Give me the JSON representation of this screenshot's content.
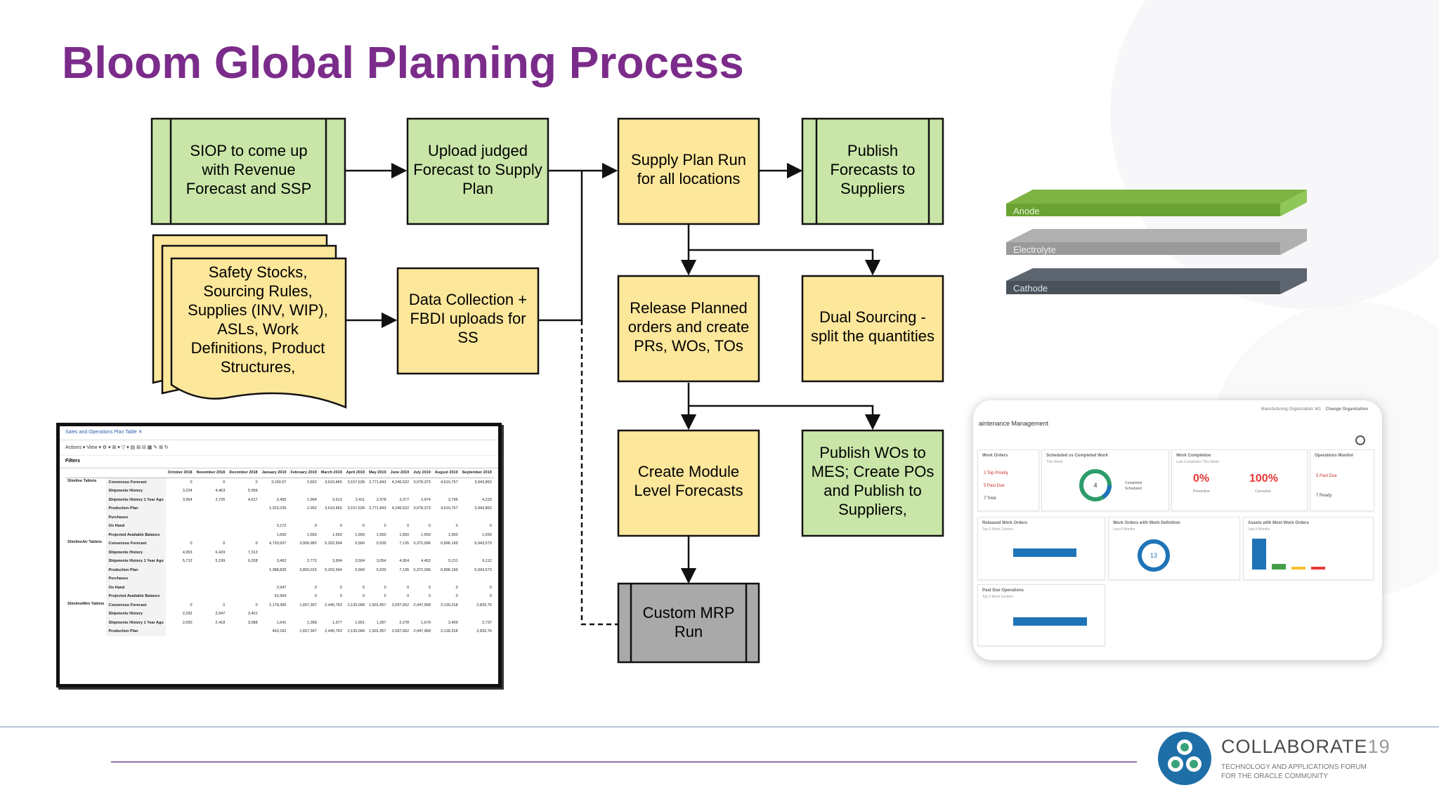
{
  "title": "Bloom Global Planning Process",
  "colors": {
    "title": "#7b2c8a",
    "green_fill": "#c9e6a8",
    "yellow_fill": "#fde79b",
    "gray_fill": "#a9a9a9",
    "anode": "#7cb342",
    "electrolyte": "#9e9e9e",
    "cathode": "#4e5560",
    "dash_blue": "#1f74b8"
  },
  "flow": {
    "siop": [
      "SIOP to come up",
      "with Revenue",
      "Forecast and SSP"
    ],
    "upload": [
      "Upload judged",
      "Forecast to Supply",
      "Plan"
    ],
    "supply_run": [
      "Supply Plan Run",
      "for all locations"
    ],
    "publish_forecasts": [
      "Publish",
      "Forecasts to",
      "Suppliers"
    ],
    "safety_stocks": [
      "Safety Stocks,",
      "Sourcing Rules,",
      "Supplies (INV, WIP),",
      "ASLs, Work",
      "Definitions, Product",
      "Structures,"
    ],
    "data_collection": [
      "Data Collection +",
      "FBDI uploads for",
      "SS"
    ],
    "release_planned": [
      "Release Planned",
      "orders and create",
      "PRs, WOs, TOs"
    ],
    "dual_sourcing": [
      "Dual Sourcing -",
      "split the quantities"
    ],
    "create_module": [
      "Create Module",
      "Level Forecasts"
    ],
    "publish_wos": [
      "Publish WOs to",
      "MES; Create POs",
      "and Publish to",
      "Suppliers,"
    ],
    "custom_mrp": [
      "Custom MRP",
      "Run"
    ]
  },
  "layers": {
    "anode": "Anode",
    "electrolyte": "Electrolyte",
    "cathode": "Cathode"
  },
  "table_shot": {
    "tab": "Sales and Operations Plan Table",
    "actions": "Actions ▾   View ▾   ⚙ ▾   ⊞ ▾   ▽ ▾      ▤  ⊞  ⊟  ▦  ✎  ⊞  ↻",
    "filters": "Filters",
    "columns": [
      "October 2018",
      "November 2018",
      "December 2018",
      "January 2019",
      "February 2019",
      "March 2019",
      "April 2019",
      "May 2019",
      "June 2019",
      "July 2019",
      "August 2019",
      "September 2019"
    ],
    "groups": [
      {
        "name": "Slimline Tablets",
        "rows": [
          {
            "label": "Consensus Forecast",
            "vals": [
              "0",
              "0",
              "0",
              "3,150.07",
              "2,652",
              "3,610,465",
              "3,157,639",
              "2,771,843",
              "4,246,522",
              "3,978,373",
              "4,610,757",
              "3,943,852"
            ]
          },
          {
            "label": "Shipments History",
            "vals": [
              "3,224",
              "4,463",
              "5,099",
              "",
              "",
              "",
              "",
              "",
              "",
              "",
              "",
              ""
            ]
          },
          {
            "label": "Shipments History 1 Year Ago",
            "vals": [
              "3,954",
              "3,726",
              "4,617",
              "2,455",
              "1,964",
              "2,613",
              "2,411",
              "2,978",
              "3,377",
              "2,974",
              "3,796",
              "4,225"
            ]
          },
          {
            "label": "Production Plan",
            "vals": [
              "",
              "",
              "",
              "1,323,225",
              "2,952",
              "3,610,465",
              "3,157,639",
              "2,771,843",
              "4,246,522",
              "3,978,373",
              "4,610,757",
              "3,943,852"
            ]
          },
          {
            "label": "Purchases",
            "vals": [
              "",
              "",
              "",
              "",
              "",
              "",
              "",
              "",
              "",
              "",
              "",
              ""
            ]
          },
          {
            "label": "On Hand",
            "vals": [
              "",
              "",
              "",
              "3,172",
              "0",
              "0",
              "0",
              "0",
              "0",
              "0",
              "0",
              "0"
            ]
          },
          {
            "label": "Projected Available Balance",
            "vals": [
              "",
              "",
              "",
              "1,650",
              "1,650",
              "1,650",
              "1,650",
              "1,650",
              "1,650",
              "1,650",
              "1,650",
              "1,650"
            ]
          }
        ]
      },
      {
        "name": "SlimlineAir Tablets",
        "rows": [
          {
            "label": "Consensus Forecast",
            "vals": [
              "0",
              "0",
              "0",
              "4,720,937",
              "3,909,982",
              "5,202,904",
              "5,560",
              "5,539",
              "7,135",
              "5,372,096",
              "6,896,199",
              "5,943,573"
            ]
          },
          {
            "label": "Shipments History",
            "vals": [
              "4,953",
              "6,429",
              "7,313",
              "",
              "",
              "",
              "",
              "",
              "",
              "",
              "",
              ""
            ]
          },
          {
            "label": "Shipments History 1 Year Ago",
            "vals": [
              "5,712",
              "5,199",
              "6,028",
              "3,462",
              "2,772",
              "3,904",
              "3,504",
              "3,054",
              "4,954",
              "4,452",
              "5,211",
              "6,112"
            ]
          },
          {
            "label": "Production Plan",
            "vals": [
              "",
              "",
              "",
              "1,388,835",
              "3,859,015",
              "5,202,904",
              "5,560",
              "5,539",
              "7,135",
              "5,372,096",
              "6,896,199",
              "5,943,573"
            ]
          },
          {
            "label": "Purchases",
            "vals": [
              "",
              "",
              "",
              "",
              "",
              "",
              "",
              "",
              "",
              "",
              "",
              ""
            ]
          },
          {
            "label": "On Hand",
            "vals": [
              "",
              "",
              "",
              "2,947",
              "0",
              "0",
              "0",
              "0",
              "0",
              "0",
              "0",
              "0"
            ]
          },
          {
            "label": "Projected Available Balance",
            "vals": [
              "",
              "",
              "",
              "52,964",
              "0",
              "0",
              "0",
              "0",
              "0",
              "0",
              "0",
              "0"
            ]
          }
        ]
      },
      {
        "name": "SlimlineMini Tablets",
        "rows": [
          {
            "label": "Consensus Forecast",
            "vals": [
              "0",
              "0",
              "0",
              "2,178,365",
              "1,657,397",
              "2,445,763",
              "2,133,068",
              "1,901,957",
              "2,097,662",
              "2,447,968",
              "3,139,318",
              "2,833,76"
            ]
          },
          {
            "label": "Shipments History",
            "vals": [
              "2,292",
              "2,947",
              "3,401",
              "",
              "",
              "",
              "",
              "",
              "",
              "",
              "",
              ""
            ]
          },
          {
            "label": "Shipments History 1 Year Ago",
            "vals": [
              "2,650",
              "2,418",
              "3,088",
              "1,641",
              "1,358",
              "1,977",
              "1,651",
              "1,397",
              "2,278",
              "1,679",
              "2,409",
              "2,737"
            ]
          },
          {
            "label": "Production Plan",
            "vals": [
              "",
              "",
              "",
              "463,181",
              "1,657,397",
              "2,445,763",
              "2,133,068",
              "1,901,957",
              "2,097,662",
              "2,447,968",
              "3,139,318",
              "2,833,76"
            ]
          }
        ]
      }
    ]
  },
  "dashboard": {
    "title": "aintenance Management",
    "top_right_1": "Manufacturing Organization: M1",
    "top_right_2": "Change Organization",
    "cards": {
      "work_orders": "Work Orders",
      "work_orders_items": [
        "2  Top Priority",
        "5  Past Due",
        "7  Total"
      ],
      "scheduled": "Scheduled vs Completed Work",
      "scheduled_sub": "This Week",
      "scheduled_value": "4",
      "scheduled_legend": [
        "Completed",
        "Scheduled"
      ],
      "completion": "Work Completion",
      "completion_sub": "Last Completion This Week",
      "pct_0": "0%",
      "pct_0_label": "Preventive",
      "pct_100": "100%",
      "pct_100_label": "Corrective",
      "ops_monitor": "Operations Monitor",
      "ops_items": [
        "5  Past Due",
        "7  Ready"
      ],
      "released": "Released Work Orders",
      "released_sub": "Top 5 Work Centers",
      "wo_def": "Work Orders with Work Definition",
      "wo_def_sub": "Last 6 Months",
      "wo_def_value": "13",
      "assets": "Assets with Most Work Orders",
      "assets_sub": "Last 6 Months",
      "past_due": "Past Due Operations",
      "past_due_sub": "Top 5 Work Centers"
    }
  },
  "logo": {
    "name": "COLLABORATE",
    "year": "19",
    "tagline_1": "TECHNOLOGY AND APPLICATIONS FORUM",
    "tagline_2": "FOR THE ORACLE COMMUNITY"
  }
}
